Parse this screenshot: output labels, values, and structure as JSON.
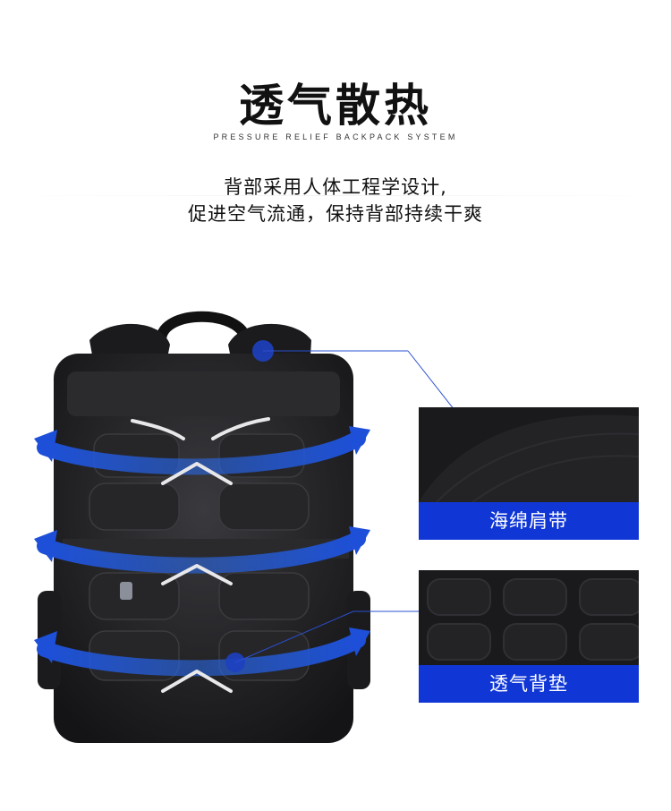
{
  "header": {
    "title": "透气散热",
    "subtitle": "PRESSURE  RELIEF  BACKPACK  SYSTEM",
    "description_line1": "背部采用人体工程学设计,",
    "description_line2": "促进空气流通，保持背部持续干爽"
  },
  "callouts": [
    {
      "label": "海绵肩带",
      "image": "shoulder-strap-closeup"
    },
    {
      "label": "透气背垫",
      "image": "back-panel-closeup"
    }
  ],
  "colors": {
    "accent_blue": "#1037d6",
    "backpack": "#1a1a1c",
    "airflow_arrow": "#1e5ad8"
  }
}
